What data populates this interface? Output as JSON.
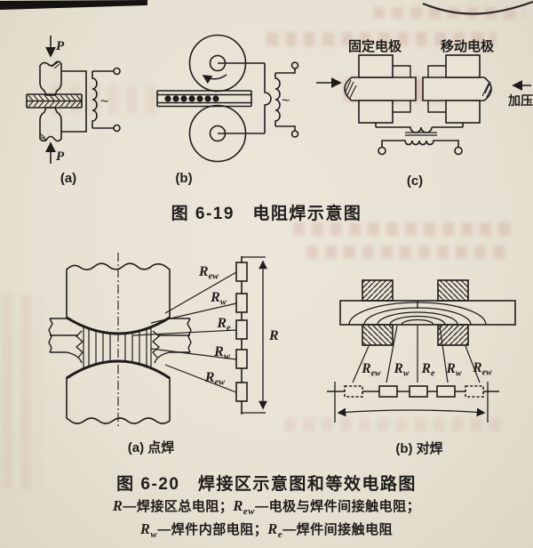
{
  "page": {
    "paper_color": "#e9e3d6",
    "ink_color": "#1f1d1a"
  },
  "fig19": {
    "caption": "图 6-19　电阻焊示意图",
    "label_a": "(a)",
    "label_b": "(b)",
    "label_c": "(c)",
    "force": "P",
    "ac": "~",
    "fixed_electrode": "固定电极",
    "moving_electrode": "移动电极",
    "pressure": "加压"
  },
  "fig20": {
    "caption": "图 6-20　焊接区示意图和等效电路图",
    "label_a": "(a) 点焊",
    "label_b": "(b) 对焊",
    "total_resistance": "R",
    "spot_resistors": [
      {
        "m": "R",
        "s": "ew"
      },
      {
        "m": "R",
        "s": "w"
      },
      {
        "m": "R",
        "s": "e"
      },
      {
        "m": "R",
        "s": "w"
      },
      {
        "m": "R",
        "s": "ew"
      }
    ],
    "butt_resistors": [
      {
        "m": "R",
        "s": "ew"
      },
      {
        "m": "R",
        "s": "w"
      },
      {
        "m": "R",
        "s": "e"
      },
      {
        "m": "R",
        "s": "w"
      },
      {
        "m": "R",
        "s": "ew"
      }
    ]
  },
  "legend": {
    "line1": [
      {
        "m": "R",
        "s": ""
      },
      {
        "t": "—焊接区总电阻；"
      },
      {
        "m": "R",
        "s": "ew"
      },
      {
        "t": "—电极与焊件间接触电阻；"
      }
    ],
    "line2": [
      {
        "m": "R",
        "s": "w"
      },
      {
        "t": "—焊件内部电阻；"
      },
      {
        "m": "R",
        "s": "e"
      },
      {
        "t": "—焊件间接触电阻"
      }
    ]
  }
}
